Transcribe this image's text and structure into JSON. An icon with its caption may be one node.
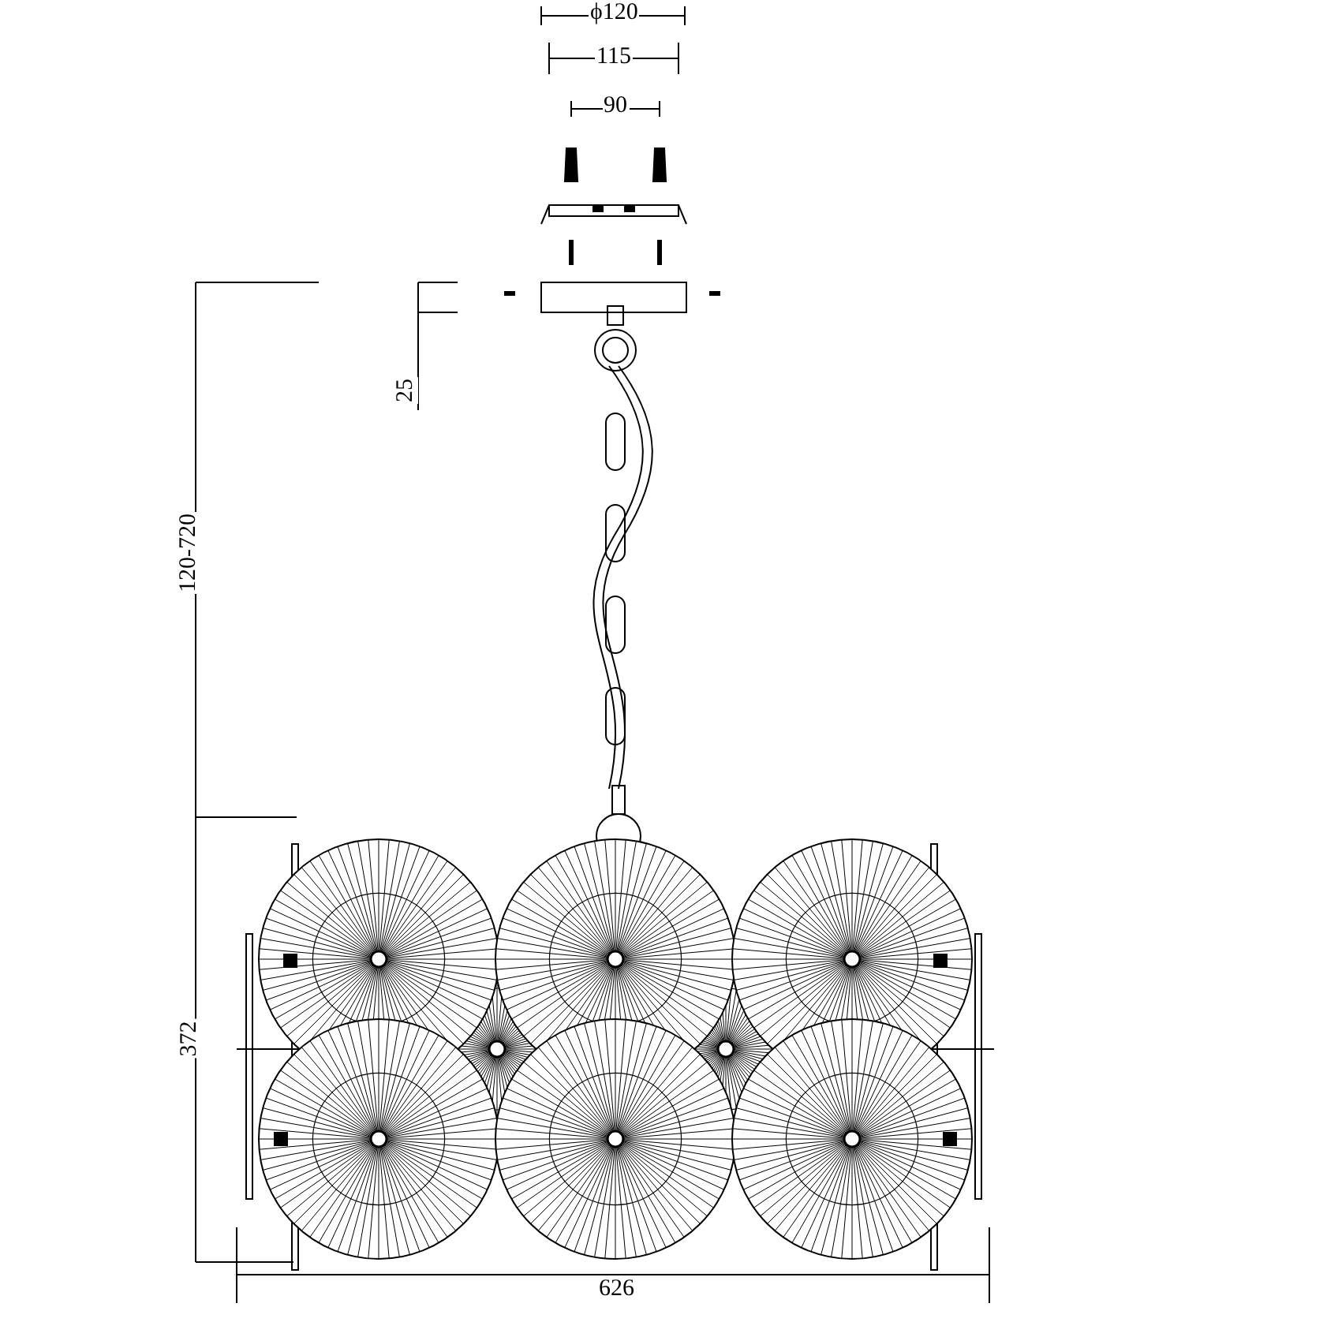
{
  "diagram": {
    "labels": [
      "ϕ120",
      "115",
      "90",
      "25",
      "120-720",
      "372",
      "626"
    ]
  }
}
